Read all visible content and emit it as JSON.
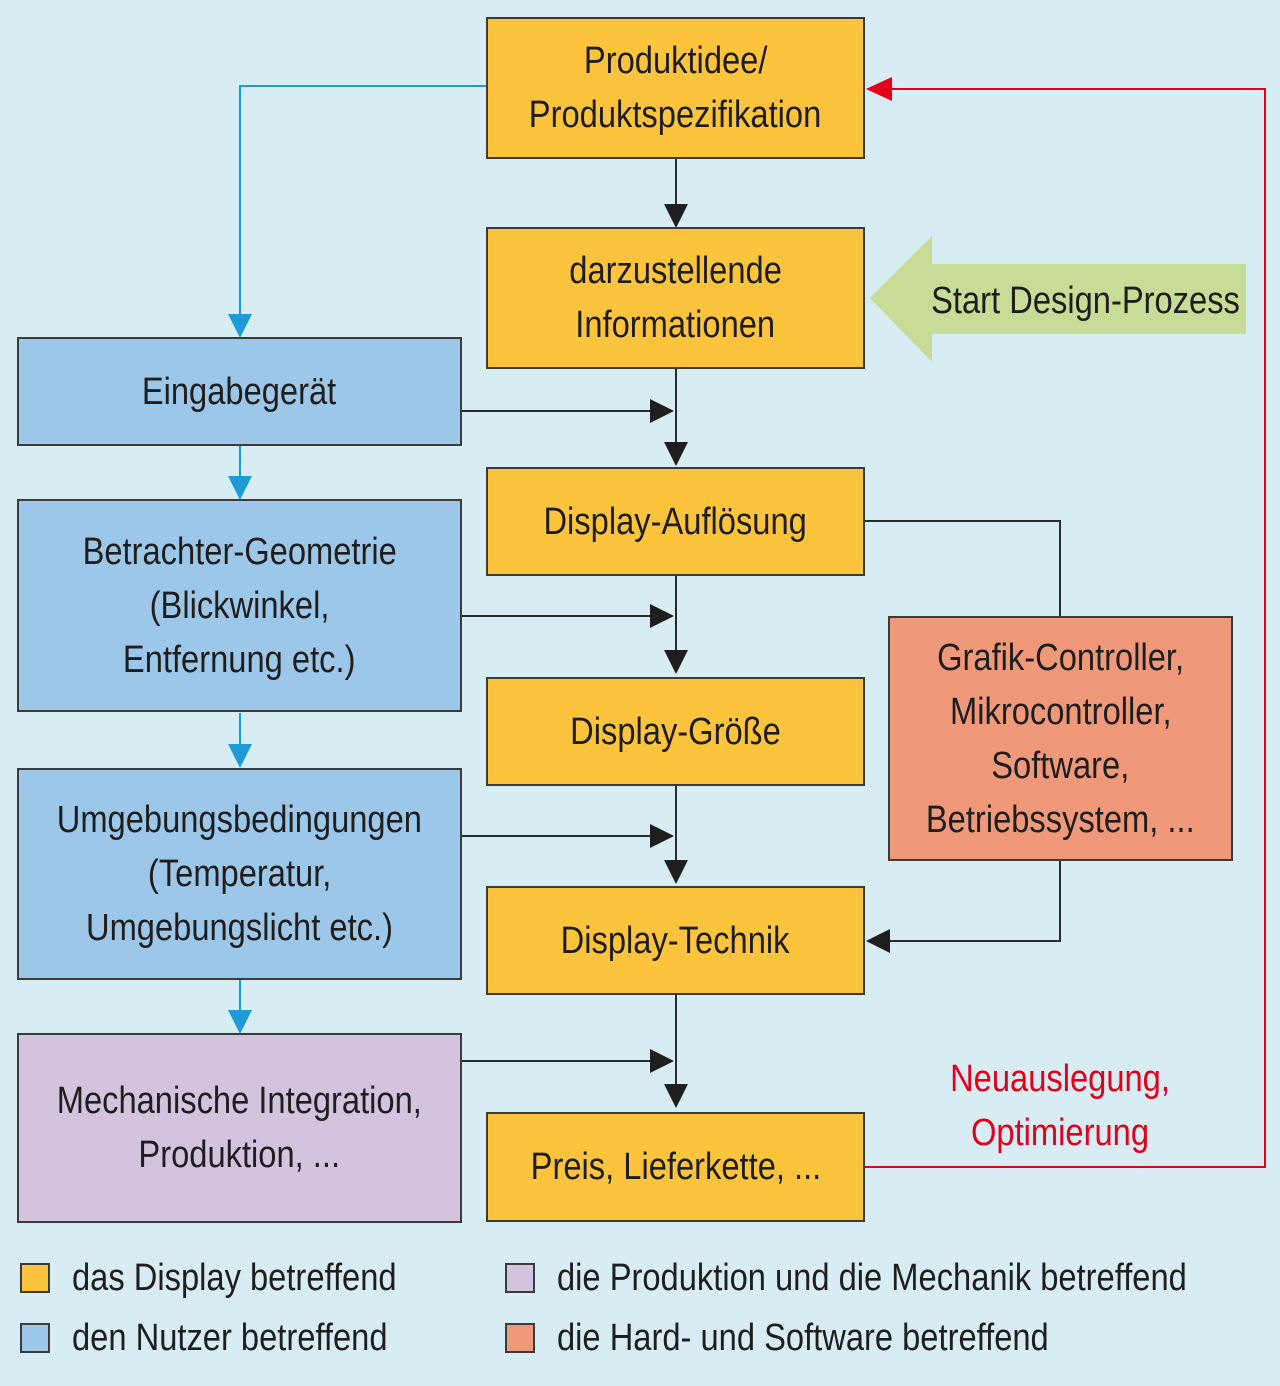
{
  "colors": {
    "display": "#fbc43c",
    "user": "#9dc7e9",
    "mechanics": "#d4c3df",
    "hardware_software": "#f0987a",
    "start_arrow": "#c7dc96",
    "blue_arrow": "#1e9ad6",
    "red_arrow": "#e2001a"
  },
  "boxes": {
    "product_idea": [
      "Produktidee/",
      "Produktspezifikation"
    ],
    "info": [
      "darzustellende",
      "Informationen"
    ],
    "resolution": [
      "Display-Auflösung"
    ],
    "size": [
      "Display-Größe"
    ],
    "technology": [
      "Display-Technik"
    ],
    "price": [
      "Preis, Lieferkette, ..."
    ],
    "input_device": [
      "Eingabegerät"
    ],
    "viewer_geometry": [
      "Betrachter-Geometrie",
      "(Blickwinkel,",
      "Entfernung etc.)"
    ],
    "environment": [
      "Umgebungsbedingungen",
      "(Temperatur,",
      "Umgebungslicht etc.)"
    ],
    "mechanics": [
      "Mechanische Integration,",
      "Produktion, ..."
    ],
    "hardware": [
      "Grafik-Controller,",
      "Mikrocontroller,",
      "Software,",
      "Betriebssystem, ..."
    ]
  },
  "start_label": "Start Design-Prozess",
  "red_note": [
    "Neuauslegung,",
    "Optimierung"
  ],
  "legend": {
    "display": "das Display betreffend",
    "user": "den Nutzer betreffend",
    "mechanics": "die Produktion und die Mechanik betreffend",
    "hardware_software": "die Hard- und Software betreffend"
  }
}
